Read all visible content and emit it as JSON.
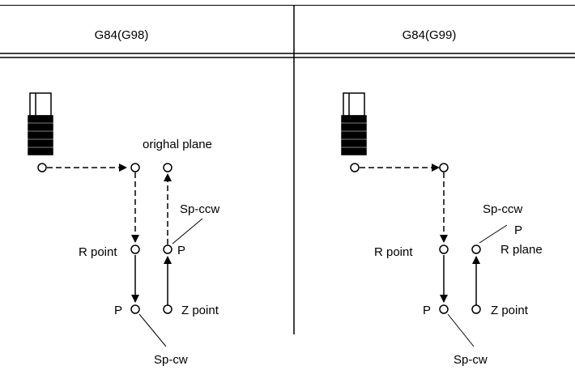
{
  "panels": [
    {
      "header": "G84(G98)",
      "labels": {
        "original_plane": "orighal plane",
        "sp_ccw": "Sp-ccw",
        "p_upper": "P",
        "r_point": "R point",
        "p_lower": "P",
        "z_point": "Z point",
        "sp_cw": "Sp-cw"
      }
    },
    {
      "header": "G84(G99)",
      "labels": {
        "sp_ccw": "Sp-ccw",
        "p_upper": "P",
        "r_plane": "R plane",
        "r_point": "R point",
        "p_lower": "P",
        "z_point": "Z point",
        "sp_cw": "Sp-cw"
      }
    }
  ],
  "colors": {
    "line": "#000000",
    "background": "#ffffff"
  }
}
